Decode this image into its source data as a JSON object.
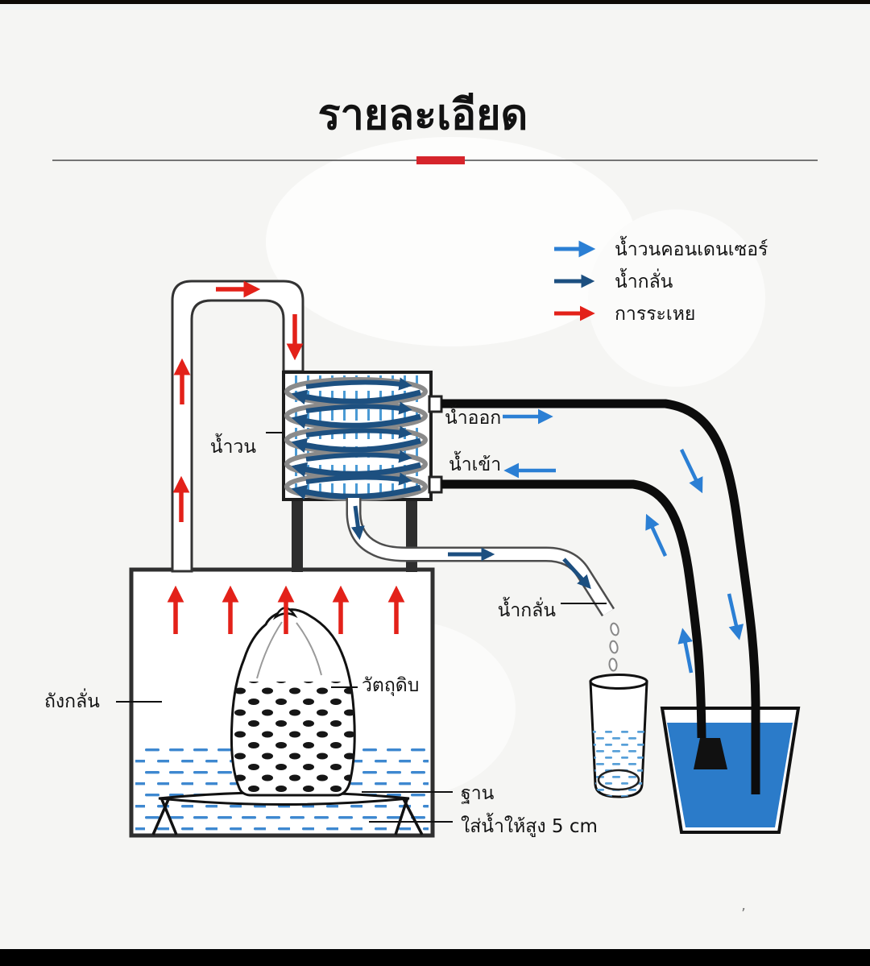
{
  "title": "รายละเอียด",
  "legend": {
    "items": [
      {
        "label": "น้ำวนคอนเดนเซอร์",
        "arrow_color": "#2b7fd4"
      },
      {
        "label": "น้ำกลั่น",
        "arrow_color": "#1c4f80"
      },
      {
        "label": "การระเหย",
        "arrow_color": "#e32119"
      }
    ]
  },
  "labels": {
    "coil_water": "น้ำวน",
    "water_out": "น้ำออก",
    "water_in": "น้ำเข้า",
    "distilled_water": "น้ำกลั่น",
    "raw_material": "วัตถุดิบ",
    "still_tank": "ถังกลั่น",
    "base": "ฐาน",
    "water_height": "ใส่น้ำให้สูง 5 cm"
  },
  "colors": {
    "condenser_flow_blue": "#2b7fd4",
    "distillate_blue": "#1c4f80",
    "evaporation_red": "#e32119",
    "divider_red": "#d6242b",
    "bucket_water_blue": "#2b7bc9",
    "water_dash_blue": "#3e88d0"
  },
  "footnote_mark": "’"
}
